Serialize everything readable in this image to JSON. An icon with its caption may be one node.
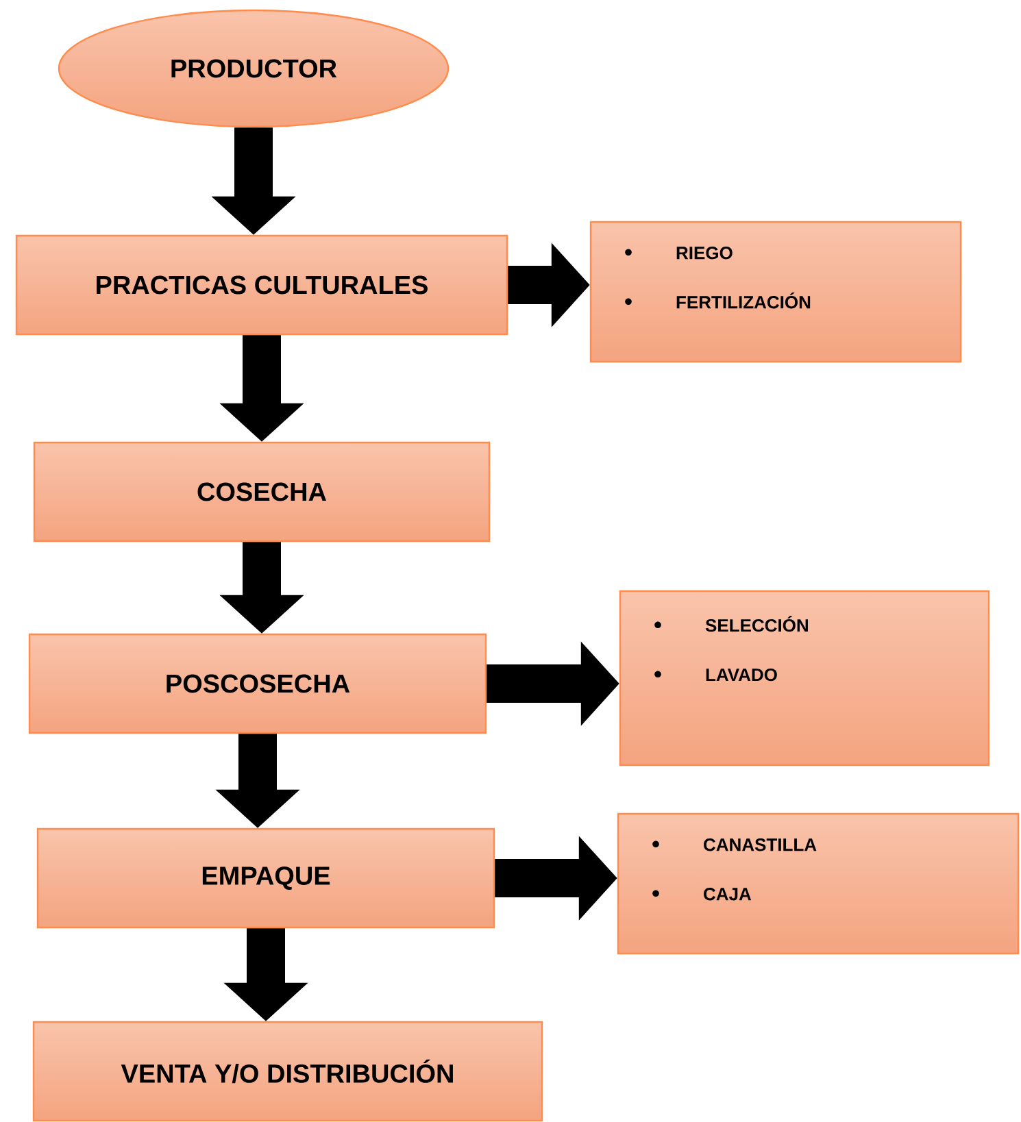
{
  "diagram": {
    "nodes": [
      {
        "text": [
          "PRODUCTOR"
        ]
      },
      {
        "text": [
          "PRACTICAS CULTURALES"
        ]
      },
      {
        "text": [
          "RIEGO",
          "FERTILIZACIÓN"
        ]
      },
      {
        "text": [
          "COSECHA"
        ]
      },
      {
        "text": [
          "POSCOSECHA"
        ]
      },
      {
        "text": [
          "SELECCIÓN",
          "LAVADO"
        ]
      },
      {
        "text": [
          "EMPAQUE"
        ]
      },
      {
        "text": [
          "CANASTILLA",
          "CAJA"
        ]
      },
      {
        "text": [
          "VENTA Y/O DISTRIBUCIÓN"
        ]
      }
    ],
    "edges": [
      {
        "from": 0,
        "to": 1,
        "arrow": "to"
      },
      {
        "from": 1,
        "to": 2,
        "arrow": "to"
      },
      {
        "from": 1,
        "to": 3,
        "arrow": "to"
      },
      {
        "from": 3,
        "to": 4,
        "arrow": "to"
      },
      {
        "from": 4,
        "to": 5,
        "arrow": "to"
      },
      {
        "from": 4,
        "to": 6,
        "arrow": "to"
      },
      {
        "from": 6,
        "to": 7,
        "arrow": "to"
      },
      {
        "from": 6,
        "to": 8,
        "arrow": "to"
      }
    ]
  }
}
